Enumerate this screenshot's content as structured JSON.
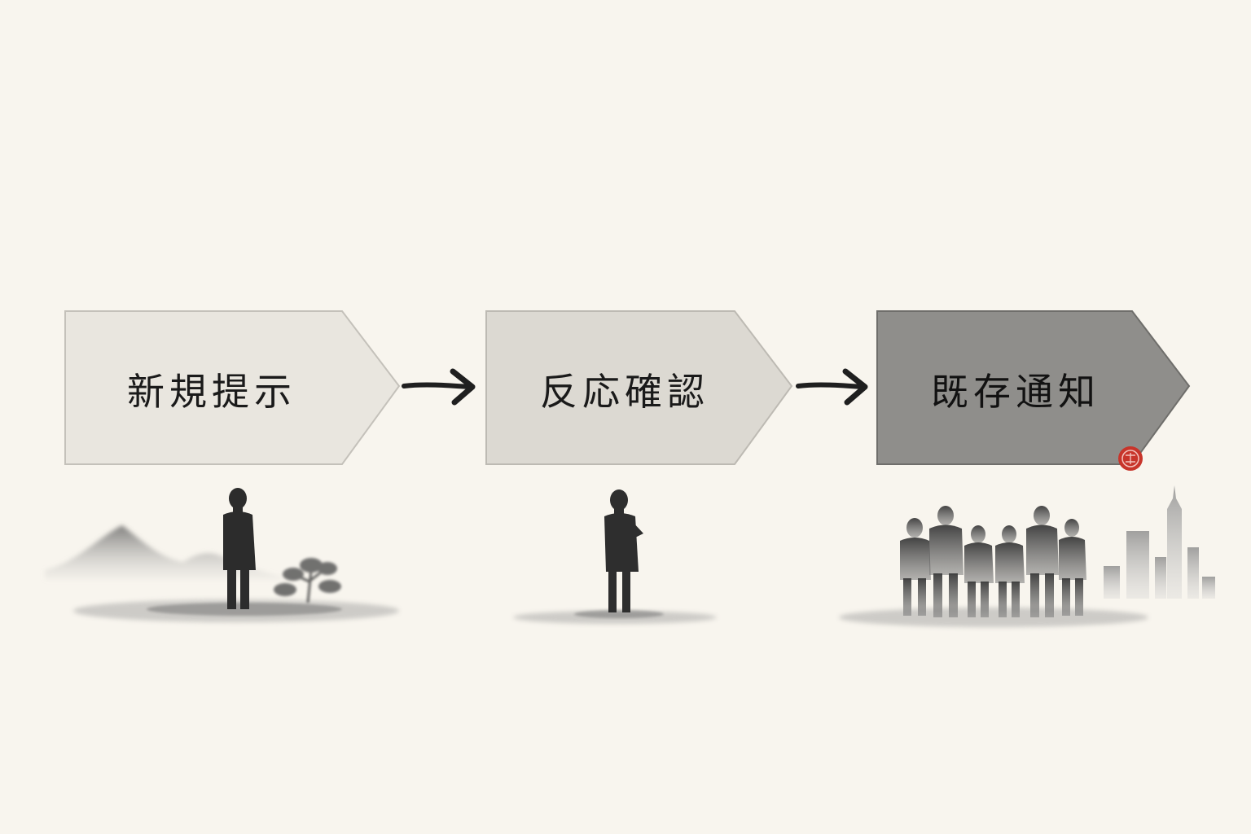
{
  "steps": [
    {
      "label": "新規提示",
      "fill": "#e9e6df",
      "scene": "lone-figure-with-mountains"
    },
    {
      "label": "反応確認",
      "fill": "#dcd9d2",
      "scene": "figure-thinking"
    },
    {
      "label": "既存通知",
      "fill": "#8f8e8b",
      "scene": "group-with-city"
    }
  ],
  "colors": {
    "background": "#f8f5ee",
    "ink": "#1f1f1f",
    "seal": "#c8352b"
  },
  "icons": [
    "brush-arrow-icon",
    "red-seal-icon"
  ]
}
